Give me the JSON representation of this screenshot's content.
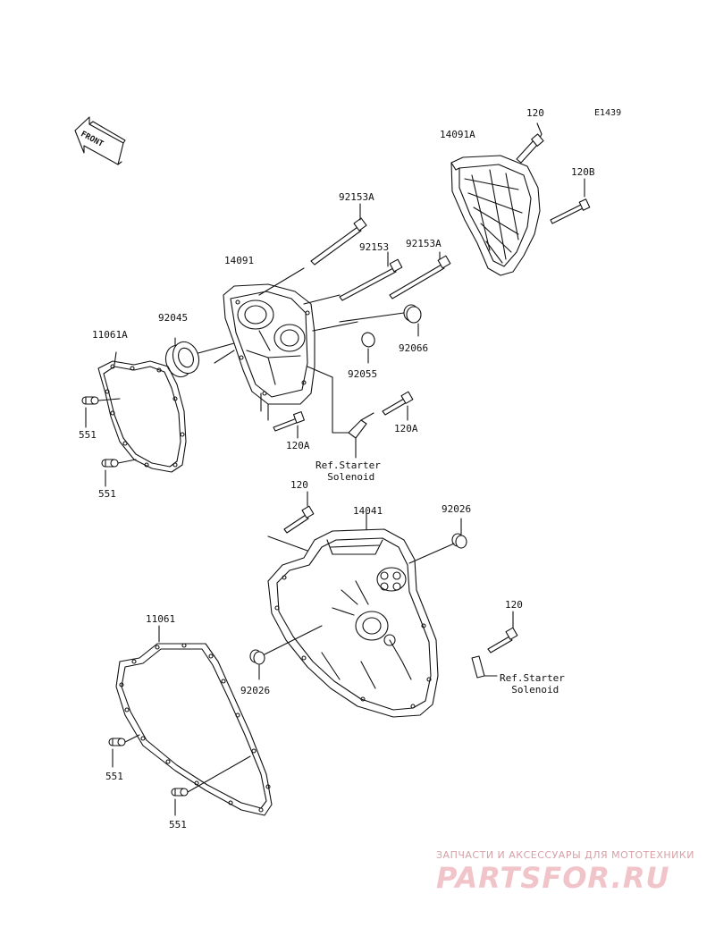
{
  "diagram_code": "E1439",
  "front_label": "FRONT",
  "labels": {
    "p120_top": "120",
    "p14091A": "14091A",
    "p120B": "120B",
    "p92153A_1": "92153A",
    "p92153": "92153",
    "p92153A_2": "92153A",
    "p14091": "14091",
    "p92045": "92045",
    "p11061A": "11061A",
    "p92066": "92066",
    "p92055": "92055",
    "p551_a": "551",
    "p551_b": "551",
    "p120A_1": "120A",
    "p120A_2": "120A",
    "ref_starter_1": "Ref.Starter\n  Solenoid",
    "p120_mid": "120",
    "p14041": "14041",
    "p92026_top": "92026",
    "p11061": "11061",
    "p120_right": "120",
    "ref_starter_2": "Ref.Starter\n  Solenoid",
    "p92026_left": "92026",
    "p551_c": "551",
    "p551_d": "551"
  },
  "watermark": {
    "caption": "ЗАПЧАСТИ И АКСЕССУАРЫ ДЛЯ МОТОТЕХНИКИ",
    "logo": "PARTSFOR.RU"
  }
}
